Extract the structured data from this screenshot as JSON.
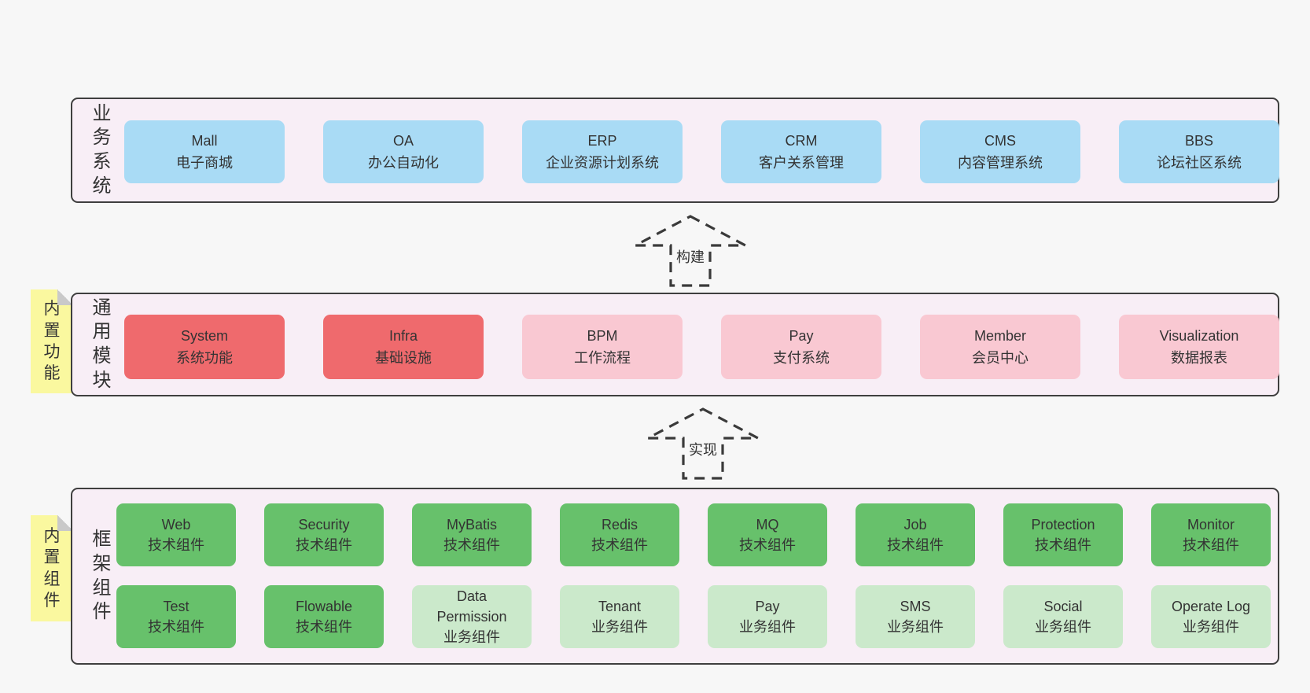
{
  "colors": {
    "page_bg": "#f7f7f7",
    "band_bg": "#f8eef6",
    "band_border": "#3f3f3f",
    "box_blue": "#a9dbf5",
    "box_red": "#ef6a6d",
    "box_pink": "#f9c8d2",
    "box_green": "#67c16b",
    "box_green_light": "#cbe9cb",
    "sticky_yellow": "#faf89f",
    "sticky_fold_gray": "#c9c9c9",
    "text": "#333333"
  },
  "arrows": {
    "build": {
      "label": "构建"
    },
    "implement": {
      "label": "实现"
    }
  },
  "sections": {
    "business": {
      "label": "业务系统",
      "items": [
        {
          "name": "Mall",
          "desc": "电子商城"
        },
        {
          "name": "OA",
          "desc": "办公自动化"
        },
        {
          "name": "ERP",
          "desc": "企业资源计划系统"
        },
        {
          "name": "CRM",
          "desc": "客户关系管理"
        },
        {
          "name": "CMS",
          "desc": "内容管理系统"
        },
        {
          "name": "BBS",
          "desc": "论坛社区系统"
        }
      ]
    },
    "modules": {
      "label": "通用模块",
      "sticky": "内置功能",
      "items": [
        {
          "name": "System",
          "desc": "系统功能"
        },
        {
          "name": "Infra",
          "desc": "基础设施"
        },
        {
          "name": "BPM",
          "desc": "工作流程"
        },
        {
          "name": "Pay",
          "desc": "支付系统"
        },
        {
          "name": "Member",
          "desc": "会员中心"
        },
        {
          "name": "Visualization",
          "desc": "数据报表"
        }
      ]
    },
    "framework": {
      "label": "框架组件",
      "sticky": "内置组件",
      "row1": [
        {
          "name": "Web",
          "desc": "技术组件"
        },
        {
          "name": "Security",
          "desc": "技术组件"
        },
        {
          "name": "MyBatis",
          "desc": "技术组件"
        },
        {
          "name": "Redis",
          "desc": "技术组件"
        },
        {
          "name": "MQ",
          "desc": "技术组件"
        },
        {
          "name": "Job",
          "desc": "技术组件"
        },
        {
          "name": "Protection",
          "desc": "技术组件"
        },
        {
          "name": "Monitor",
          "desc": "技术组件"
        }
      ],
      "row2": [
        {
          "name": "Test",
          "desc": "技术组件"
        },
        {
          "name": "Flowable",
          "desc": "技术组件"
        },
        {
          "name": "Data Permission",
          "desc": "业务组件"
        },
        {
          "name": "Tenant",
          "desc": "业务组件"
        },
        {
          "name": "Pay",
          "desc": "业务组件"
        },
        {
          "name": "SMS",
          "desc": "业务组件"
        },
        {
          "name": "Social",
          "desc": "业务组件"
        },
        {
          "name": "Operate Log",
          "desc": "业务组件"
        }
      ]
    }
  }
}
